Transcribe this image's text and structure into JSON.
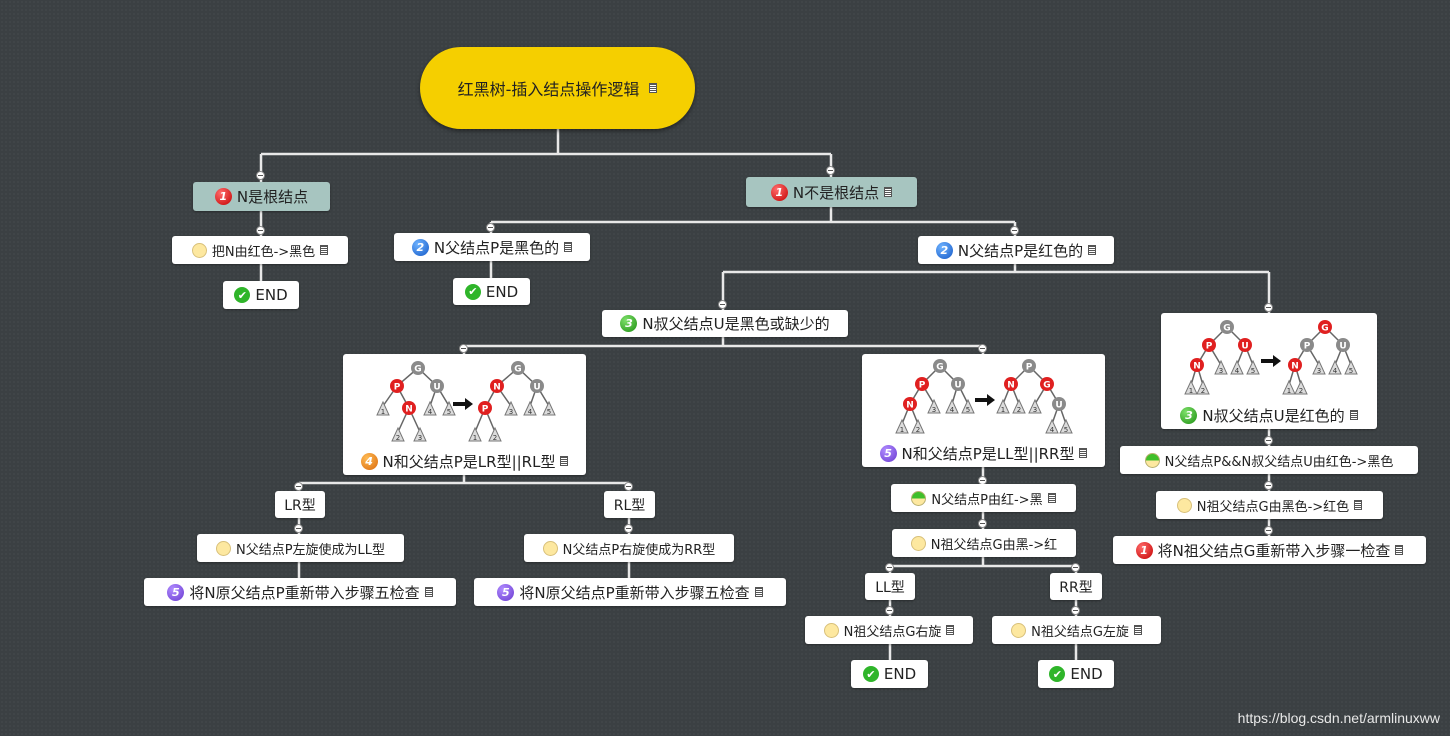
{
  "root": {
    "title": "红黑树-插入结点操作逻辑"
  },
  "nodes": {
    "n_root": "N是根结点",
    "n_root_step": "把N由红色->黑色",
    "end1": "END",
    "n_notroot": "N不是根结点",
    "p_black": "N父结点P是黑色的",
    "end2": "END",
    "p_red": "N父结点P是红色的",
    "u_black": "N叔父结点U是黑色或缺少的",
    "lr_rl": "N和父结点P是LR型||RL型",
    "ll_rr": "N和父结点P是LL型||RR型",
    "u_red": "N叔父结点U是红色的",
    "lr": "LR型",
    "rl": "RL型",
    "lr_step": "N父结点P左旋使成为LL型",
    "rl_step": "N父结点P右旋使成为RR型",
    "lr_step5": "将N原父结点P重新带入步骤五检查",
    "rl_step5": "将N原父结点P重新带入步骤五检查",
    "ll_p": "N父结点P由红->黑",
    "ll_g": "N祖父结点G由黑->红",
    "ll": "LL型",
    "rr": "RR型",
    "ll_rot": "N祖父结点G右旋",
    "rr_rot": "N祖父结点G左旋",
    "end3": "END",
    "end4": "END",
    "ured_pu": "N父结点P&&N叔父结点U由红色->黑色",
    "ured_g": "N祖父结点G由黑色->红色",
    "ured_step1": "将N祖父结点G重新带入步骤一检查"
  },
  "badges": {
    "one": "1",
    "two": "2",
    "three": "3",
    "four": "4",
    "five": "5",
    "check": "✔"
  },
  "tree_labels": {
    "g": "G",
    "p": "P",
    "u": "U",
    "n": "N",
    "s1": "1",
    "s2": "2",
    "s3": "3",
    "s4": "4",
    "s5": "5"
  },
  "colors": {
    "tree_red": "#e02020",
    "tree_gray": "#8a8a8a",
    "line": "#e6e6e6",
    "root_fill": "#f5cf00"
  },
  "watermark": "https://blog.csdn.net/armlinuxww"
}
